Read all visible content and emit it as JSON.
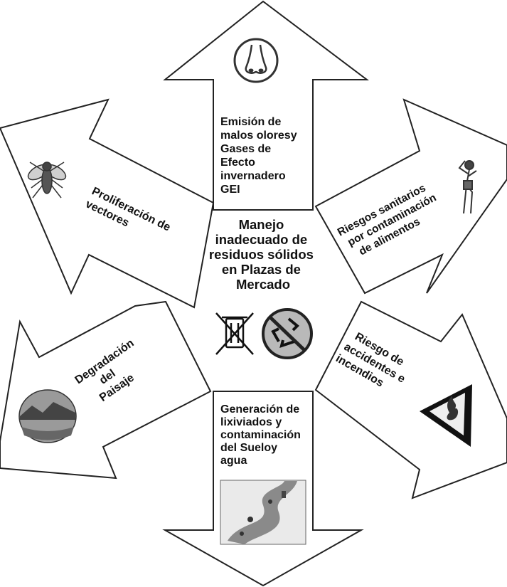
{
  "center": {
    "lines": [
      "Manejo",
      "inadecuado de",
      "residuos sólidos",
      "en Plazas de",
      "Mercado"
    ]
  },
  "arrows": {
    "top": {
      "lines": [
        "Emisión de",
        "malos oloresy",
        "Gases de",
        "Efecto",
        "invernadero",
        "GEI"
      ],
      "icon": "nose-icon"
    },
    "upper_left": {
      "lines": [
        "Proliferación de",
        "vectores"
      ],
      "icon": "fly-icon"
    },
    "upper_right": {
      "lines": [
        "Riesgos sanitarios",
        "por contaminación",
        "de alimentos"
      ],
      "icon": "sick-person-icon"
    },
    "lower_left": {
      "lines": [
        "Degradación",
        "del",
        "Paisaje"
      ],
      "icon": "polluted-landscape-icon"
    },
    "lower_right": {
      "lines": [
        "Riesgo de",
        "accidentes e",
        "incendios"
      ],
      "icon": "fire-warning-icon"
    },
    "bottom": {
      "lines": [
        "Generación de",
        "lixiviados y",
        "contaminación",
        "del Sueloy",
        "agua"
      ],
      "icon": "polluted-river-icon"
    }
  },
  "center_icons": [
    "crossed-bin-icon",
    "no-recycling-icon"
  ]
}
